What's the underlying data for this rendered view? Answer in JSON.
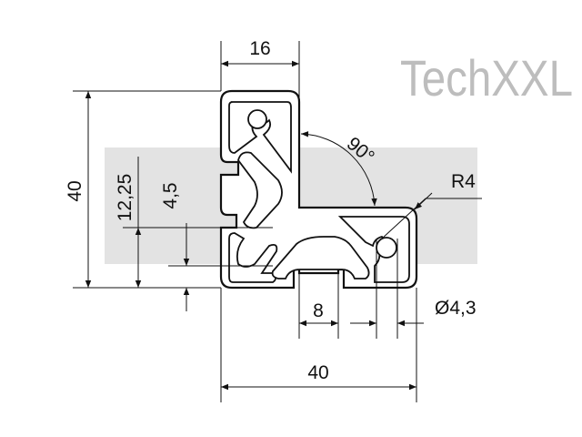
{
  "watermark": {
    "text": "TechXXL",
    "band_color": "#e3e3e3"
  },
  "dimensions": {
    "top_width": "16",
    "left_height": "40",
    "slot_offset": "12,25",
    "slot_depth": "4,5",
    "slot_width": "8",
    "bore_diameter": "Ø4,3",
    "bottom_width": "40",
    "angle": "90°",
    "radius": "R4"
  }
}
